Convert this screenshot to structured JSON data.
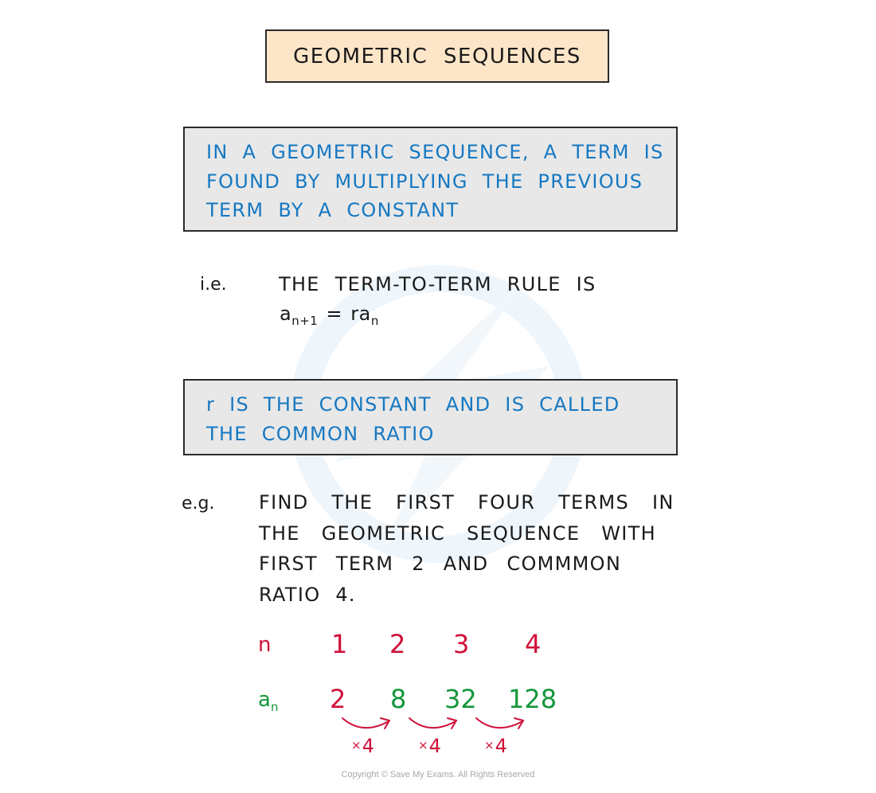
{
  "title": "GEOMETRIC SEQUENCES",
  "definition_box": {
    "lines": [
      "IN A GEOMETRIC SEQUENCE, A TERM IS",
      "FOUND BY MULTIPLYING THE PREVIOUS",
      "TERM BY A CONSTANT"
    ]
  },
  "ie": {
    "label": "i.e.",
    "text": "THE TERM-TO-TERM RULE IS",
    "formula": {
      "lhs_base": "a",
      "lhs_sub": "n+1",
      "equals": "=",
      "rhs_base": "ra",
      "rhs_sub": "n"
    }
  },
  "ratio_box": {
    "lines": [
      "r IS THE CONSTANT AND IS CALLED",
      "THE COMMON RATIO"
    ]
  },
  "example": {
    "label": "e.g.",
    "lines": [
      "FIND THE FIRST FOUR TERMS IN",
      "THE GEOMETRIC SEQUENCE WITH",
      "FIRST TERM 2 AND COMMMON",
      "RATIO 4."
    ],
    "table": {
      "n_label": "n",
      "an_base": "a",
      "an_sub": "n",
      "n_values": [
        "1",
        "2",
        "3",
        "4"
      ],
      "a_values": [
        "2",
        "8",
        "32",
        "128"
      ],
      "multipliers": [
        {
          "symbol": "×",
          "value": "4"
        },
        {
          "symbol": "×",
          "value": "4"
        },
        {
          "symbol": "×",
          "value": "4"
        }
      ]
    }
  },
  "colors": {
    "title_bg": "#fde6c8",
    "box_bg": "#e8e8e8",
    "blue_text": "#1678c2",
    "red": "#d0103a",
    "green": "#14963c"
  },
  "copyright": "Copyright © Save My Exams. All Rights Reserved"
}
